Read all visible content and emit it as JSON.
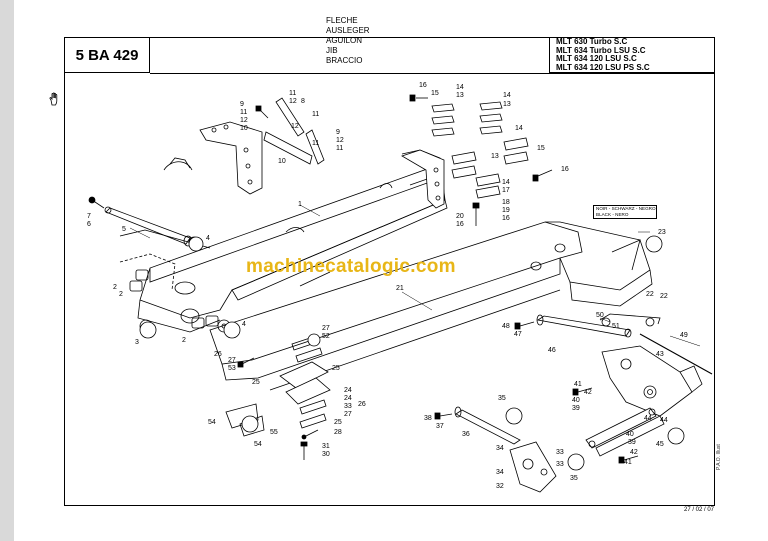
{
  "header": {
    "reference": "5 BA 429",
    "title_lines": [
      "FLECHE",
      "AUSLEGER",
      "AGUILON",
      "JIB",
      "BRACCIO"
    ],
    "models": [
      "MLT 630 Turbo S.C",
      "MLT 634 Turbo LSU S.C",
      "MLT 634 120 LSU S.C",
      "MLT 634 120 LSU PS S.C"
    ]
  },
  "color_note": {
    "lines": [
      "NOIR - SCHWARZ - NEGRO",
      "BLACK - NERO"
    ]
  },
  "watermark": "machinecatalogic.com",
  "footer": {
    "date": "27 / 02 / 07",
    "side_label": "P.A.O. Illust"
  },
  "callouts": [
    {
      "id": "c-16a",
      "label": "16"
    },
    {
      "id": "c-15a",
      "label": "15"
    },
    {
      "id": "c-14a",
      "label": "14"
    },
    {
      "id": "c-13a",
      "label": "13"
    },
    {
      "id": "c-14b",
      "label": "14"
    },
    {
      "id": "c-13b",
      "label": "13"
    },
    {
      "id": "c-13c",
      "label": "13"
    },
    {
      "id": "c-14c",
      "label": "14"
    },
    {
      "id": "c-15b",
      "label": "15"
    },
    {
      "id": "c-14d",
      "label": "14"
    },
    {
      "id": "c-17a",
      "label": "17"
    },
    {
      "id": "c-16b",
      "label": "16"
    },
    {
      "id": "c-18",
      "label": "18"
    },
    {
      "id": "c-19",
      "label": "19"
    },
    {
      "id": "c-16c",
      "label": "16"
    },
    {
      "id": "c-20",
      "label": "20"
    },
    {
      "id": "c-16d",
      "label": "16"
    },
    {
      "id": "c-11a",
      "label": "11"
    },
    {
      "id": "c-12a",
      "label": "12"
    },
    {
      "id": "c-8",
      "label": "8"
    },
    {
      "id": "c-9a",
      "label": "9"
    },
    {
      "id": "c-11b",
      "label": "11"
    },
    {
      "id": "c-12b",
      "label": "12"
    },
    {
      "id": "c-10a",
      "label": "10"
    },
    {
      "id": "c-12c",
      "label": "12"
    },
    {
      "id": "c-11c",
      "label": "11"
    },
    {
      "id": "c-11d",
      "label": "11"
    },
    {
      "id": "c-10b",
      "label": "10"
    },
    {
      "id": "c-9b",
      "label": "9"
    },
    {
      "id": "c-12d",
      "label": "12"
    },
    {
      "id": "c-11e",
      "label": "11"
    },
    {
      "id": "c-7",
      "label": "7"
    },
    {
      "id": "c-6",
      "label": "6"
    },
    {
      "id": "c-5",
      "label": "5"
    },
    {
      "id": "c-4a",
      "label": "4"
    },
    {
      "id": "c-1",
      "label": "1"
    },
    {
      "id": "c-2a",
      "label": "2"
    },
    {
      "id": "c-2b",
      "label": "2"
    },
    {
      "id": "c-2c",
      "label": "2"
    },
    {
      "id": "c-3",
      "label": "3"
    },
    {
      "id": "c-4b",
      "label": "4"
    },
    {
      "id": "c-21",
      "label": "21"
    },
    {
      "id": "c-23",
      "label": "23"
    },
    {
      "id": "c-22a",
      "label": "22"
    },
    {
      "id": "c-22b",
      "label": "22"
    },
    {
      "id": "c-27a",
      "label": "27"
    },
    {
      "id": "c-52",
      "label": "52"
    },
    {
      "id": "c-26a",
      "label": "26"
    },
    {
      "id": "c-27b",
      "label": "27"
    },
    {
      "id": "c-53",
      "label": "53"
    },
    {
      "id": "c-25a",
      "label": "25"
    },
    {
      "id": "c-24a",
      "label": "24"
    },
    {
      "id": "c-25b",
      "label": "25"
    },
    {
      "id": "c-24b",
      "label": "24"
    },
    {
      "id": "c-33",
      "label": "33"
    },
    {
      "id": "c-27c",
      "label": "27"
    },
    {
      "id": "c-26b",
      "label": "26"
    },
    {
      "id": "c-25c",
      "label": "25"
    },
    {
      "id": "c-28",
      "label": "28"
    },
    {
      "id": "c-54a",
      "label": "54"
    },
    {
      "id": "c-55",
      "label": "55"
    },
    {
      "id": "c-54b",
      "label": "54"
    },
    {
      "id": "c-31",
      "label": "31"
    },
    {
      "id": "c-30",
      "label": "30"
    },
    {
      "id": "c-48",
      "label": "48"
    },
    {
      "id": "c-47",
      "label": "47"
    },
    {
      "id": "c-46",
      "label": "46"
    },
    {
      "id": "c-50",
      "label": "50"
    },
    {
      "id": "c-51",
      "label": "51"
    },
    {
      "id": "c-49",
      "label": "49"
    },
    {
      "id": "c-43",
      "label": "43"
    },
    {
      "id": "c-41a",
      "label": "41"
    },
    {
      "id": "c-42a",
      "label": "42"
    },
    {
      "id": "c-40a",
      "label": "40"
    },
    {
      "id": "c-39a",
      "label": "39"
    },
    {
      "id": "c-40b",
      "label": "40"
    },
    {
      "id": "c-39b",
      "label": "39"
    },
    {
      "id": "c-44a",
      "label": "44"
    },
    {
      "id": "c-44b",
      "label": "44"
    },
    {
      "id": "c-45",
      "label": "45"
    },
    {
      "id": "c-42b",
      "label": "42"
    },
    {
      "id": "c-41b",
      "label": "41"
    },
    {
      "id": "c-38",
      "label": "38"
    },
    {
      "id": "c-37",
      "label": "37"
    },
    {
      "id": "c-36",
      "label": "36"
    },
    {
      "id": "c-35a",
      "label": "35"
    },
    {
      "id": "c-33b",
      "label": "33"
    },
    {
      "id": "c-34a",
      "label": "34"
    },
    {
      "id": "c-33c",
      "label": "33"
    },
    {
      "id": "c-34b",
      "label": "34"
    },
    {
      "id": "c-32",
      "label": "32"
    },
    {
      "id": "c-35b",
      "label": "35"
    }
  ]
}
